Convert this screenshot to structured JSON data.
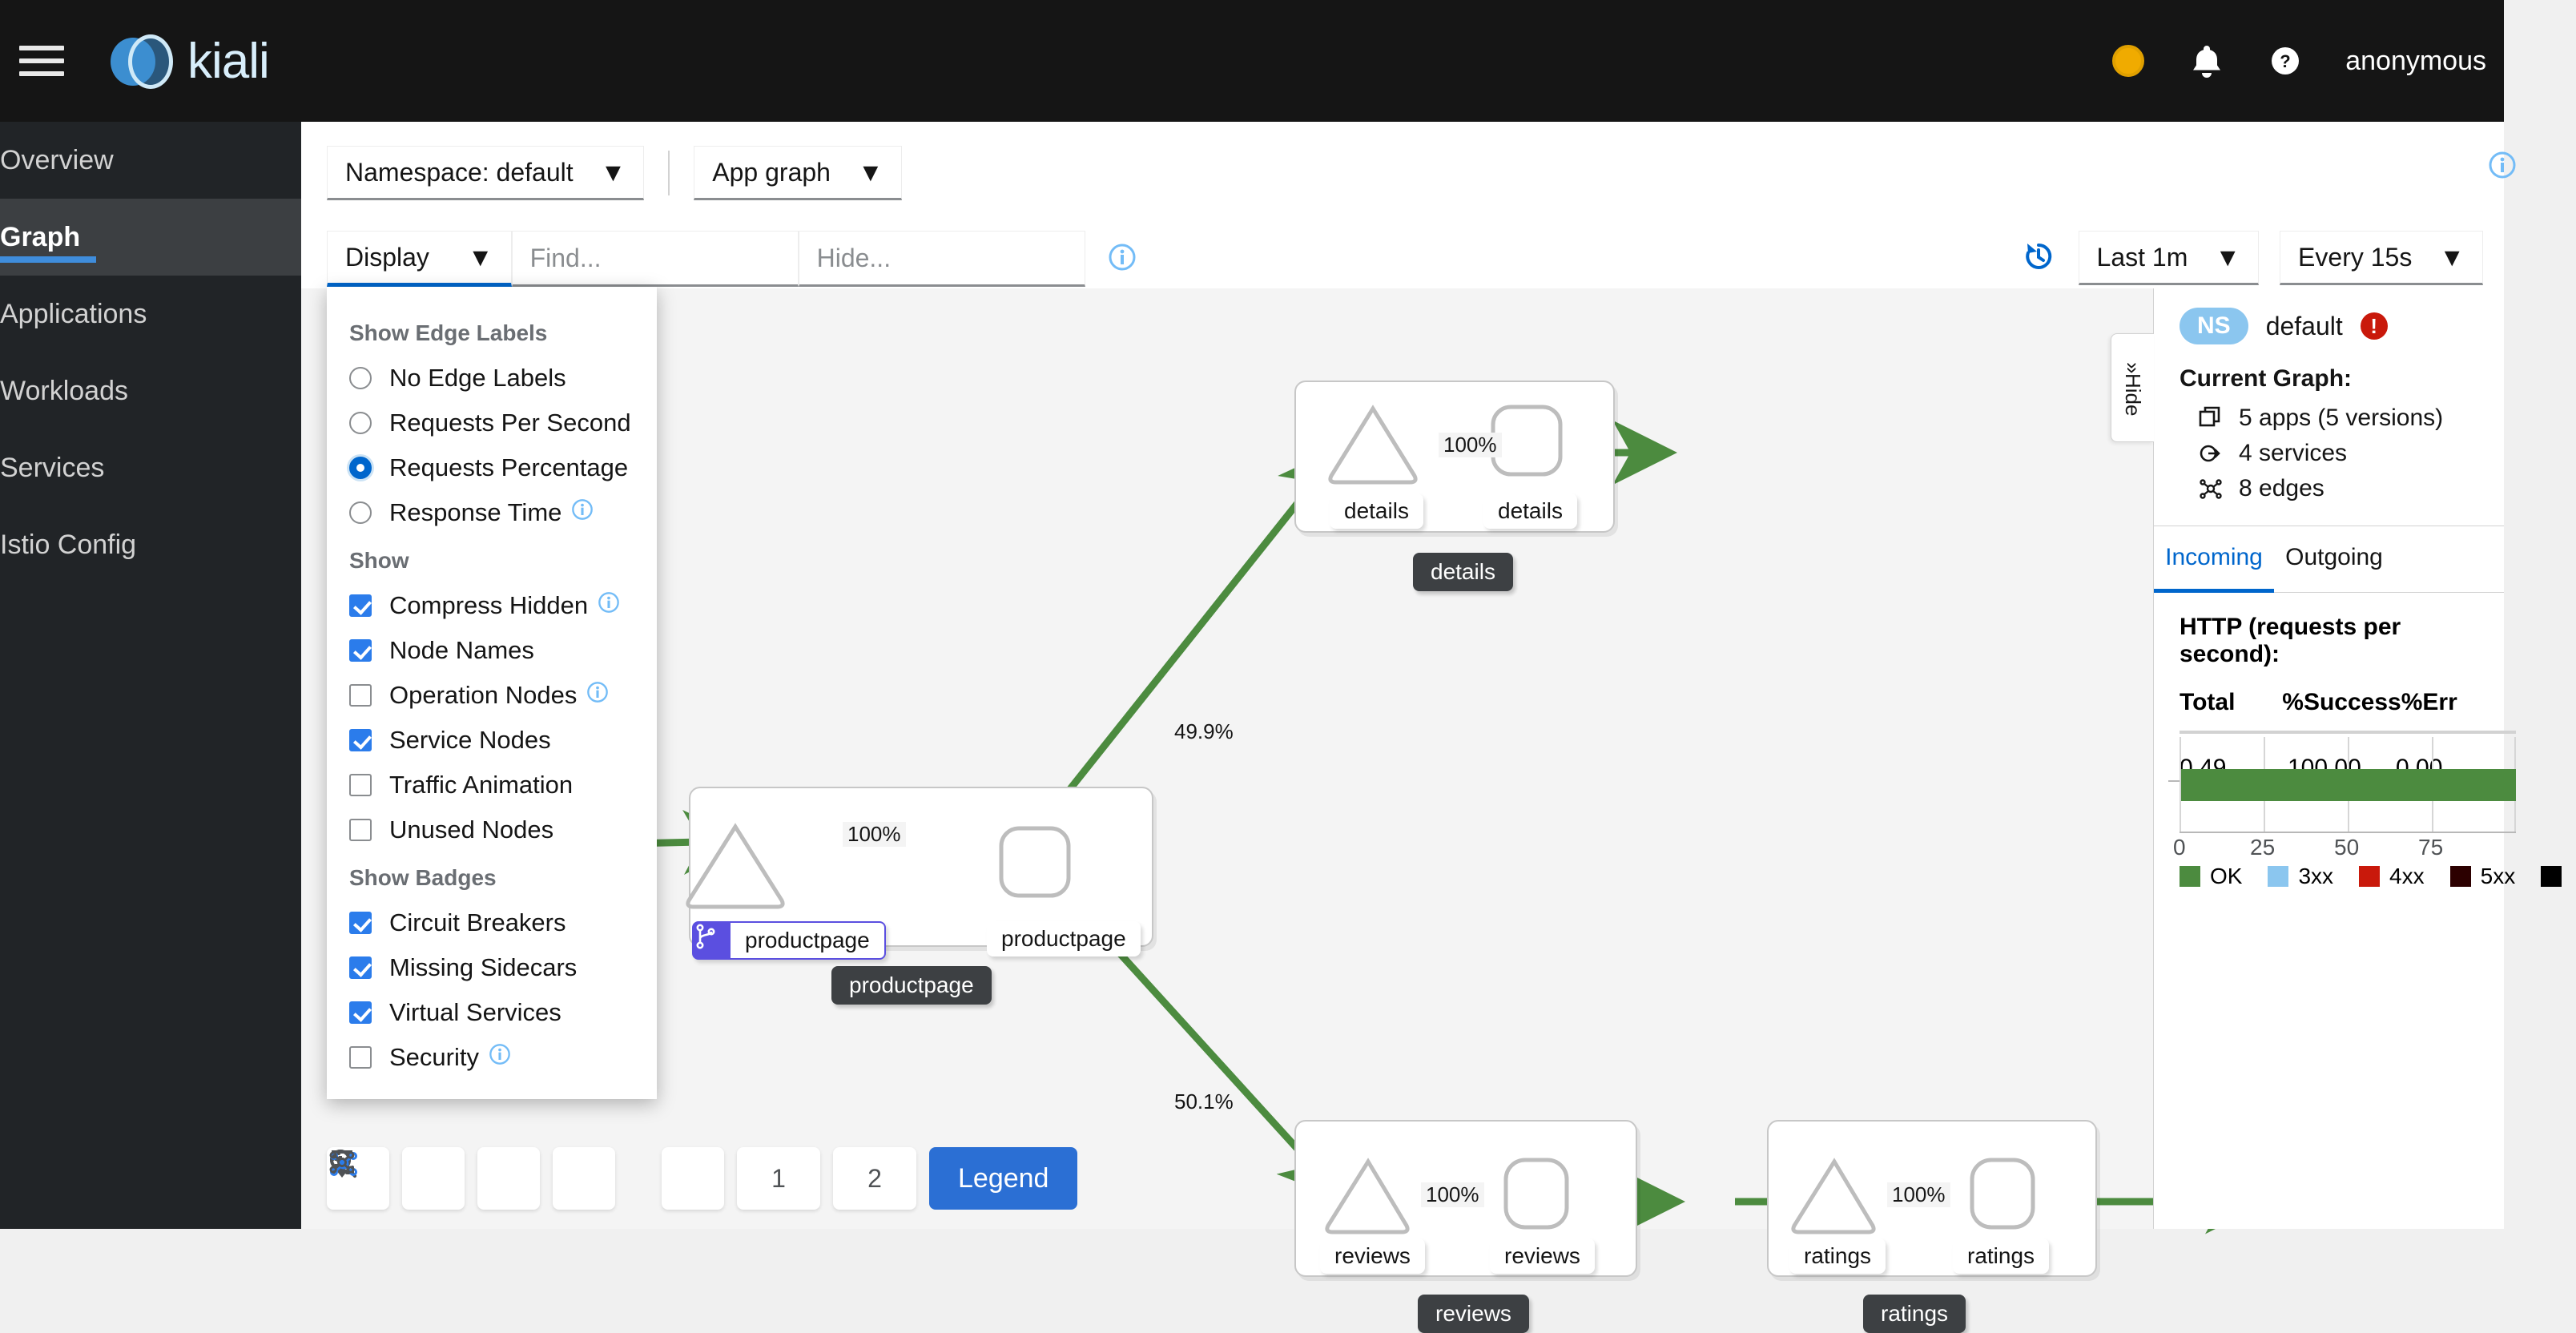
{
  "masthead": {
    "hamburger": "menu-icon",
    "brand": "kiali",
    "icons": [
      "status-circle-icon",
      "bell-icon",
      "help-icon"
    ],
    "user": "anonymous"
  },
  "sidebar": {
    "items": [
      {
        "label": "Overview",
        "active": false
      },
      {
        "label": "Graph",
        "active": true
      },
      {
        "label": "Applications",
        "active": false
      },
      {
        "label": "Workloads",
        "active": false
      },
      {
        "label": "Services",
        "active": false
      },
      {
        "label": "Istio Config",
        "active": false
      }
    ]
  },
  "toolbar": {
    "namespace_select": "Namespace: default",
    "graph_type_select": "App graph",
    "display_button": "Display",
    "find_placeholder": "Find...",
    "hide_placeholder": "Hide...",
    "info_icon": "info-circle-icon",
    "replay_icon": "replay-history-icon",
    "duration_select": "Last 1m",
    "refresh_select": "Every 15s"
  },
  "display_menu": {
    "groups": [
      {
        "title": "Show Edge Labels",
        "type": "radio",
        "options": [
          {
            "label": "No Edge Labels",
            "checked": false,
            "info": false
          },
          {
            "label": "Requests Per Second",
            "checked": false,
            "info": false
          },
          {
            "label": "Requests Percentage",
            "checked": true,
            "info": false
          },
          {
            "label": "Response Time",
            "checked": false,
            "info": true
          }
        ]
      },
      {
        "title": "Show",
        "type": "checkbox",
        "options": [
          {
            "label": "Compress Hidden",
            "checked": true,
            "info": true
          },
          {
            "label": "Node Names",
            "checked": true,
            "info": false
          },
          {
            "label": "Operation Nodes",
            "checked": false,
            "info": true
          },
          {
            "label": "Service Nodes",
            "checked": true,
            "info": false
          },
          {
            "label": "Traffic Animation",
            "checked": false,
            "info": false
          },
          {
            "label": "Unused Nodes",
            "checked": false,
            "info": false
          }
        ]
      },
      {
        "title": "Show Badges",
        "type": "checkbox",
        "options": [
          {
            "label": "Circuit Breakers",
            "checked": true,
            "info": false
          },
          {
            "label": "Missing Sidecars",
            "checked": true,
            "info": false
          },
          {
            "label": "Virtual Services",
            "checked": true,
            "info": false
          },
          {
            "label": "Security",
            "checked": false,
            "info": true
          }
        ]
      }
    ]
  },
  "graph": {
    "groups": [
      {
        "id": "productpage",
        "label": "productpage",
        "app_node": "productpage",
        "svc_node": "productpage",
        "badge": "virtual-service-icon",
        "edge": "100%"
      },
      {
        "id": "details",
        "label": "details",
        "app_node": "details",
        "svc_node": "details",
        "badge": null,
        "edge": "100%"
      },
      {
        "id": "reviews",
        "label": "reviews",
        "app_node": "reviews",
        "svc_node": "reviews",
        "badge": null,
        "edge": "100%"
      },
      {
        "id": "ratings",
        "label": "ratings",
        "app_node": "ratings",
        "svc_node": "ratings",
        "badge": null,
        "edge": "100%"
      }
    ],
    "edges": [
      {
        "from": "productpage-svc",
        "to": "details-app",
        "label": "49.9%"
      },
      {
        "from": "productpage-svc",
        "to": "reviews-app",
        "label": "50.1%"
      },
      {
        "from": "reviews-svc",
        "to": "ratings-app",
        "label": "100%"
      }
    ],
    "tools": [
      {
        "name": "fit-to-screen-icon",
        "label": ""
      },
      {
        "name": "zoom-in-icon",
        "label": ""
      },
      {
        "name": "zoom-out-icon",
        "label": ""
      },
      {
        "name": "reset-layout-icon",
        "label": ""
      },
      {
        "name": "layout-default-icon",
        "label": "",
        "active": true
      },
      {
        "name": "layout-1-icon",
        "label": "1"
      },
      {
        "name": "layout-2-icon",
        "label": "2"
      }
    ],
    "legend_button": "Legend"
  },
  "sidepanel": {
    "hide_tab": "Hide",
    "hide_chevron": "»",
    "ns_pill": "NS",
    "ns_name": "default",
    "error_badge": "!",
    "current_graph_title": "Current Graph:",
    "current_graph": [
      {
        "icon": "apps-icon",
        "text": "5 apps (5 versions)"
      },
      {
        "icon": "services-icon",
        "text": "4 services"
      },
      {
        "icon": "edges-icon",
        "text": "8 edges"
      }
    ],
    "tabs": [
      {
        "label": "Incoming",
        "active": true
      },
      {
        "label": "Outgoing",
        "active": false
      }
    ],
    "http_title": "HTTP (requests per second):",
    "table": {
      "headers": [
        "Total",
        "%Success",
        "%Err"
      ],
      "rows": [
        [
          "0.49",
          "100.00",
          "0.00"
        ]
      ]
    }
  },
  "chart_data": {
    "type": "bar",
    "orientation": "horizontal",
    "title": "",
    "categories": [
      "OK"
    ],
    "values": [
      100
    ],
    "series": [
      {
        "name": "OK",
        "values": [
          100
        ],
        "color": "#4c8b3f"
      },
      {
        "name": "3xx",
        "values": [
          0
        ],
        "color": "#8bc6ef"
      },
      {
        "name": "4xx",
        "values": [
          0
        ],
        "color": "#c9190b"
      },
      {
        "name": "5xx",
        "values": [
          0
        ],
        "color": "#2c0000"
      }
    ],
    "xlabel": "",
    "ylabel": "",
    "xlim": [
      0,
      100
    ],
    "xticks": [
      0,
      25,
      50,
      75
    ],
    "xticklabels": [
      "0",
      "25",
      "50",
      "75"
    ],
    "grid": true,
    "legend": [
      "OK",
      "3xx",
      "4xx",
      "5xx"
    ],
    "legend_position": "bottom",
    "legend_colors": [
      "#4c8b3f",
      "#8bc6ef",
      "#c9190b",
      "#2c0000",
      "#000000"
    ]
  }
}
